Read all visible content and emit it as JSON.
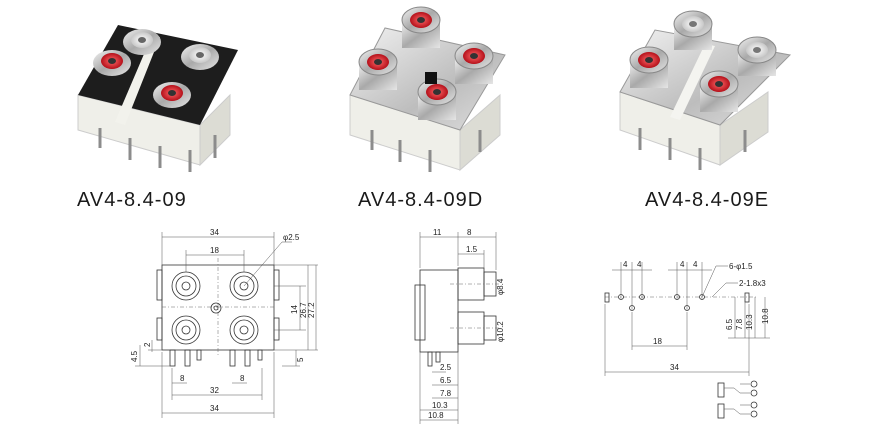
{
  "products": [
    {
      "model": "AV4-8.4-09"
    },
    {
      "model": "AV4-8.4-09D"
    },
    {
      "model": "AV4-8.4-09E"
    }
  ],
  "drawings": {
    "front": {
      "w_top": "34",
      "w_inner": "18",
      "hole": "φ2.5",
      "h_inner": "14",
      "h_mid": "26.7",
      "h_total": "27.2",
      "pin_len": "4.5",
      "pin_off": "2",
      "pin_right": "5",
      "pin_sp_left": "8",
      "pin_sp_right": "8",
      "pin_span": "32",
      "w_bottom": "34"
    },
    "side": {
      "top_left": "11",
      "top_right": "8",
      "top_small": "1.5",
      "dia_upper": "φ8.4",
      "dia_lower": "φ10.2",
      "d1": "2.5",
      "d2": "6.5",
      "d3": "7.8",
      "d4": "10.3",
      "d5": "10.8"
    },
    "pcb": {
      "sp1": "4",
      "sp2": "4",
      "sp3": "4",
      "sp4": "4",
      "holes_round": "6-φ1.5",
      "holes_slot": "2-1.8x3",
      "v1": "6.5",
      "v2": "7.8",
      "v3": "10.3",
      "v4": "10.8",
      "w_mid": "18",
      "w_total": "34"
    }
  }
}
